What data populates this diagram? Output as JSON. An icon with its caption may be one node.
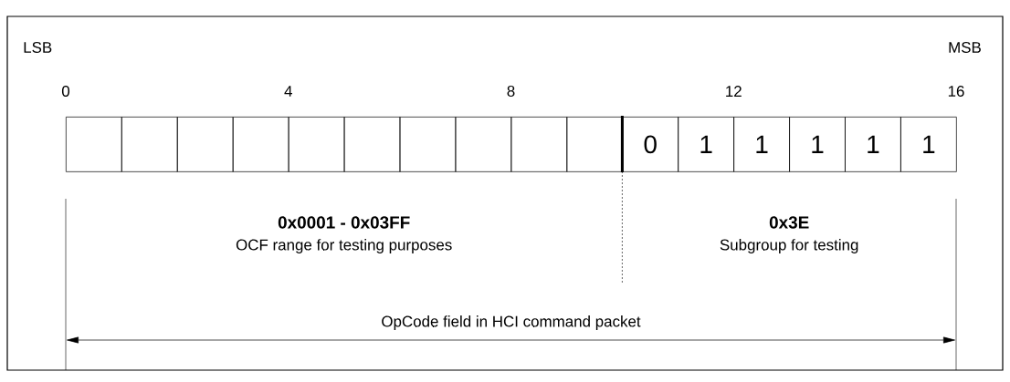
{
  "diagram": {
    "nodes": [
      {
        "text": [],
        "shape": "box"
      },
      {
        "text": [],
        "shape": "box"
      },
      {
        "text": [],
        "shape": "box"
      },
      {
        "text": [],
        "shape": "box"
      },
      {
        "text": [],
        "shape": "box"
      },
      {
        "text": [],
        "shape": "box"
      },
      {
        "text": [],
        "shape": "box"
      },
      {
        "text": [],
        "shape": "box"
      },
      {
        "text": [],
        "shape": "box"
      },
      {
        "text": [],
        "shape": "box"
      },
      {
        "text": [
          "0"
        ]
      },
      {
        "text": [
          "1"
        ]
      },
      {
        "text": [
          "1"
        ]
      },
      {
        "text": [
          "1"
        ]
      },
      {
        "text": [
          "1"
        ]
      },
      {
        "text": [
          "1"
        ]
      }
    ],
    "labels": [
      "LSB",
      "MSB",
      "0",
      "4",
      "8",
      "12",
      "16",
      "0x0001 - 0x03FF",
      "OCF range for testing purposes",
      "0x3E",
      "Subgroup for testing",
      "OpCode field in HCI command packet"
    ]
  }
}
